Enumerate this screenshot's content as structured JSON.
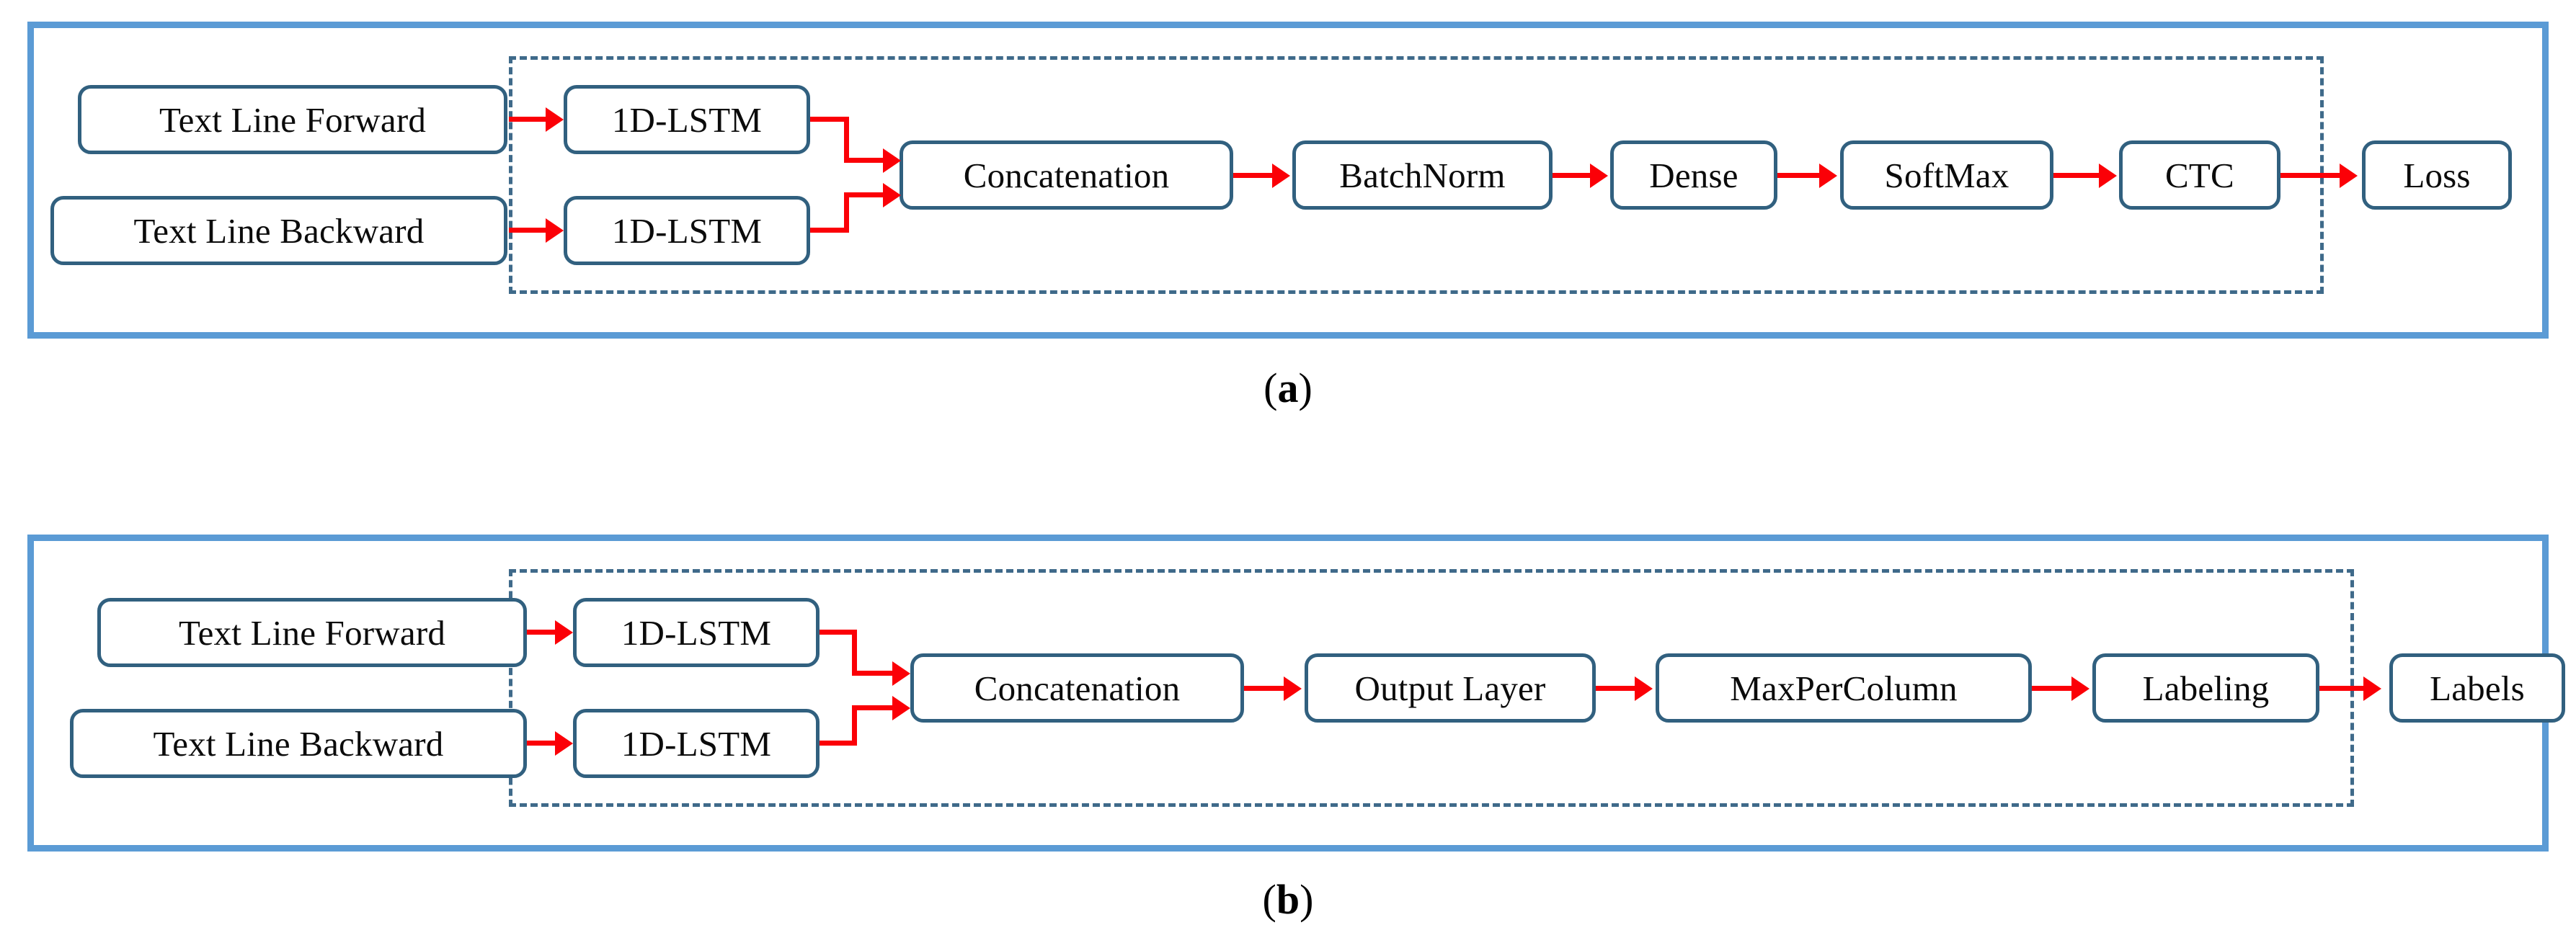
{
  "figure": {
    "title": "Bidirectional LSTM text-line recognition architecture",
    "colors": {
      "panel_border": "#5b9bd5",
      "node_border": "#31607f",
      "dashed_border": "#3f6a8a",
      "arrow": "#fb0007",
      "node_fill": "#ffffff",
      "text": "#0b0b0b"
    }
  },
  "panels": [
    {
      "id": "a",
      "caption_paren_open": "(",
      "caption_letter": "a",
      "caption_paren_close": ")",
      "nodes": {
        "input_forward": "Text Line Forward",
        "input_backward": "Text Line Backward",
        "lstm_forward": "1D-LSTM",
        "lstm_backward": "1D-LSTM",
        "concatenation": "Concatenation",
        "batchnorm": "BatchNorm",
        "dense": "Dense",
        "softmax": "SoftMax",
        "ctc": "CTC",
        "loss": "Loss"
      },
      "flow": [
        "Text Line Forward",
        "1D-LSTM",
        "Concatenation",
        "BatchNorm",
        "Dense",
        "SoftMax",
        "CTC",
        "Loss"
      ]
    },
    {
      "id": "b",
      "caption_paren_open": "(",
      "caption_letter": "b",
      "caption_paren_close": ")",
      "nodes": {
        "input_forward": "Text Line Forward",
        "input_backward": "Text Line Backward",
        "lstm_forward": "1D-LSTM",
        "lstm_backward": "1D-LSTM",
        "concatenation": "Concatenation",
        "output_layer": "Output Layer",
        "maxpercolumn": "MaxPerColumn",
        "labeling": "Labeling",
        "labels": "Labels"
      },
      "flow": [
        "Text Line Forward",
        "1D-LSTM",
        "Concatenation",
        "Output Layer",
        "MaxPerColumn",
        "Labeling",
        "Labels"
      ]
    }
  ]
}
